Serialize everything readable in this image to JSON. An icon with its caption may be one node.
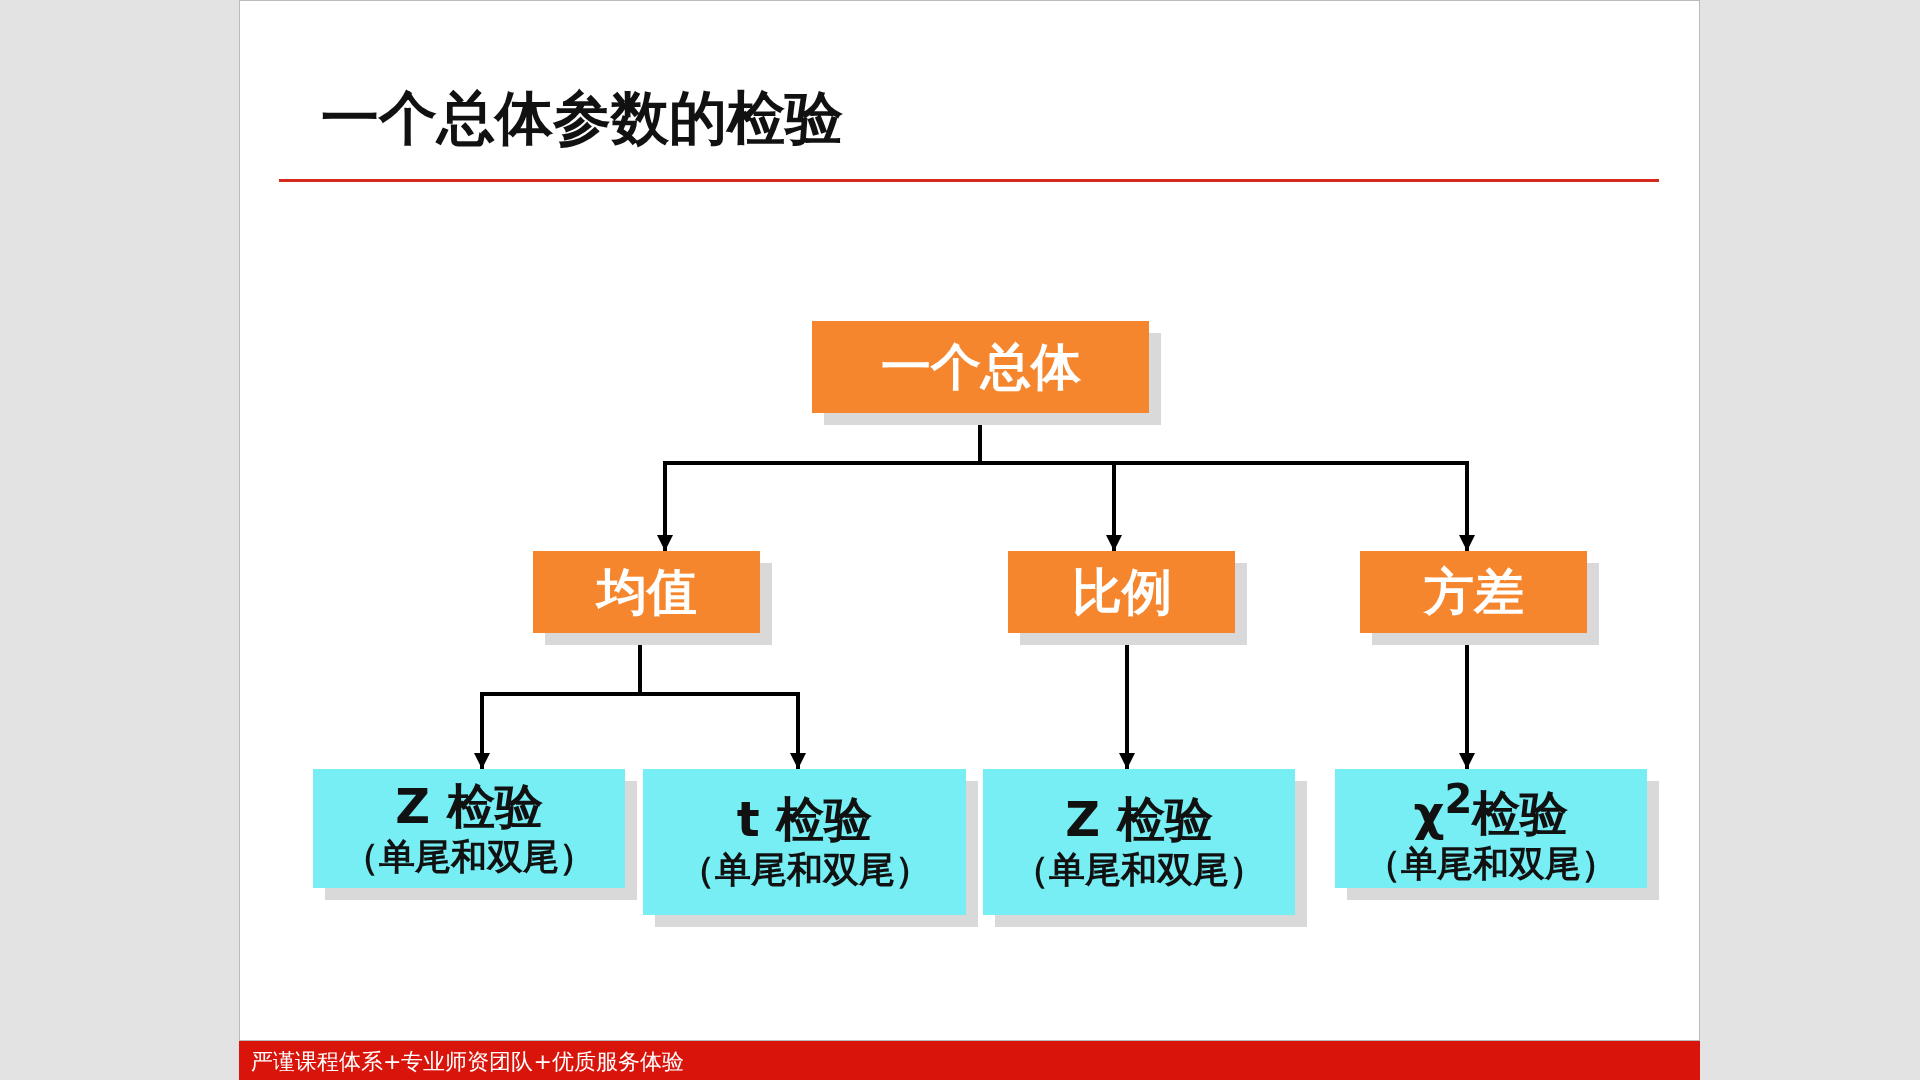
{
  "diagram": {
    "title": "一个总体参数的检验",
    "nodes": [
      {
        "text": [
          "一个总体"
        ]
      },
      {
        "text": [
          "均值"
        ]
      },
      {
        "text": [
          "比例"
        ]
      },
      {
        "text": [
          "方差"
        ]
      },
      {
        "text": [
          "Z 检验",
          "（单尾和双尾）"
        ]
      },
      {
        "text": [
          "t 检验",
          "（单尾和双尾）"
        ]
      },
      {
        "text": [
          "Z 检验",
          "（单尾和双尾）"
        ]
      },
      {
        "text": [
          "χ$^{2}$检验",
          "（单尾和双尾）"
        ]
      }
    ],
    "edges": [
      {
        "from": 0,
        "to": 1,
        "arrow": "to"
      },
      {
        "from": 0,
        "to": 2,
        "arrow": "to"
      },
      {
        "from": 0,
        "to": 3,
        "arrow": "to"
      },
      {
        "from": 1,
        "to": 4,
        "arrow": "to"
      },
      {
        "from": 1,
        "to": 5,
        "arrow": "to"
      },
      {
        "from": 2,
        "to": 6,
        "arrow": "to"
      },
      {
        "from": 3,
        "to": 7,
        "arrow": "to"
      }
    ],
    "labels": [
      "严谨课程体系+专业师资团队+优质服务体验"
    ]
  }
}
